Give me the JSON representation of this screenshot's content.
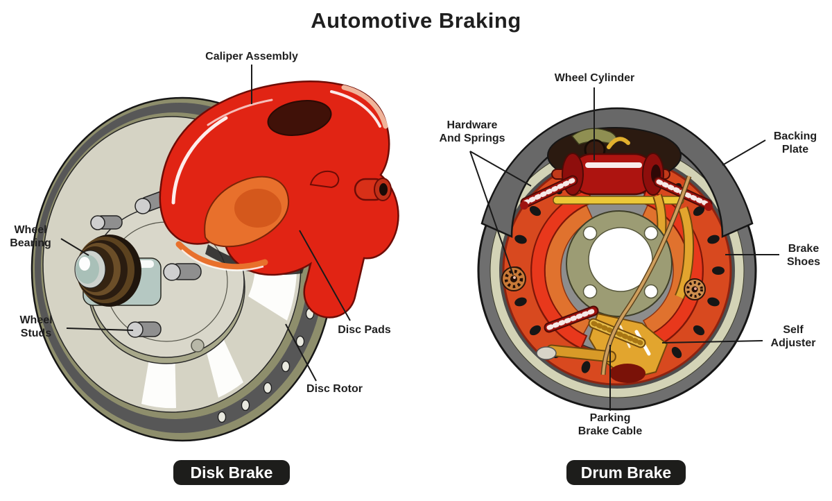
{
  "title": "Automotive Braking",
  "colors": {
    "background": "#ffffff",
    "label_text": "#1f1f1f",
    "badge_background": "#1d1d1b",
    "badge_text": "#ffffff",
    "caliper_red": "#e12414",
    "rotor_face": "#d5d3c4",
    "rotor_rim_dark": "#575757",
    "rotor_rim_khaki": "#8e8e6c",
    "drum_shell_gray": "#6f6f6f",
    "drum_red": "#d8491f",
    "brake_shoe_red": "#e8381c",
    "hardware_gold": "#e2a52e",
    "spring_red": "#9e1410",
    "hub_olive": "#9c9c74"
  },
  "disk_brake": {
    "badge": "Disk Brake",
    "labels": {
      "caliper_assembly": "Caliper Assembly",
      "wheel_bearing": "Wheel\nBearing",
      "wheel_studs": "Wheel\nStuds",
      "disc_pads": "Disc Pads",
      "disc_rotor": "Disc Rotor"
    }
  },
  "drum_brake": {
    "badge": "Drum Brake",
    "labels": {
      "wheel_cylinder": "Wheel Cylinder",
      "hardware_and_springs": "Hardware\nAnd Springs",
      "backing_plate": "Backing\nPlate",
      "brake_shoes": "Brake\nShoes",
      "self_adjuster": "Self\nAdjuster",
      "parking_brake_cable": "Parking\nBrake Cable"
    }
  }
}
